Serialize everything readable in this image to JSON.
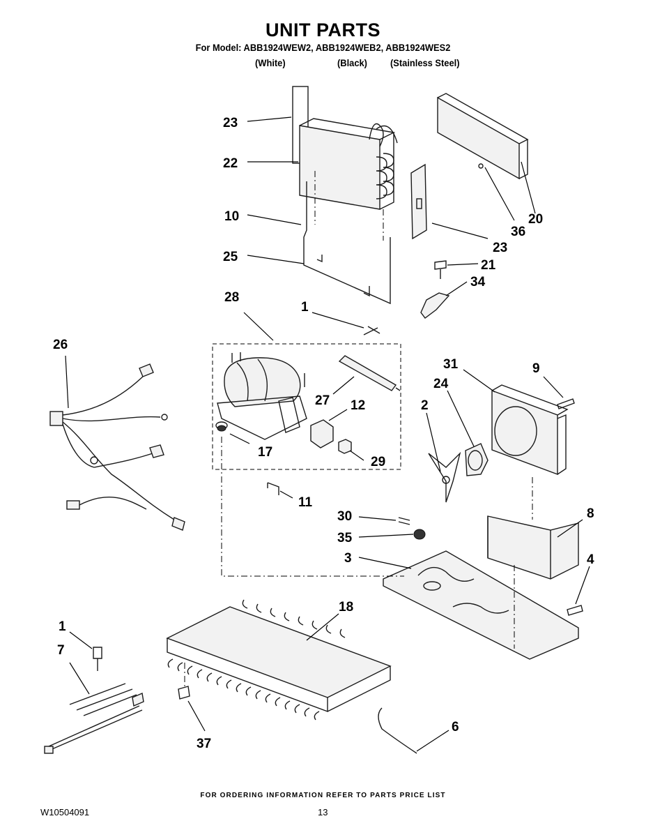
{
  "header": {
    "title": "UNIT PARTS",
    "subtitle": "For Model: ABB1924WEW2, ABB1924WEB2, ABB1924WES2",
    "variants": [
      "(White)",
      "(Black)",
      "(Stainless Steel)"
    ]
  },
  "callouts": [
    "23",
    "22",
    "10",
    "25",
    "28",
    "1",
    "26",
    "27",
    "12",
    "17",
    "29",
    "11",
    "30",
    "35",
    "3",
    "20",
    "36",
    "23",
    "21",
    "34",
    "31",
    "9",
    "24",
    "2",
    "8",
    "4",
    "18",
    "1",
    "7",
    "37",
    "6"
  ],
  "footer": {
    "note": "FOR ORDERING INFORMATION REFER TO PARTS PRICE LIST",
    "doc_number": "W10504091",
    "page_number": "13"
  }
}
